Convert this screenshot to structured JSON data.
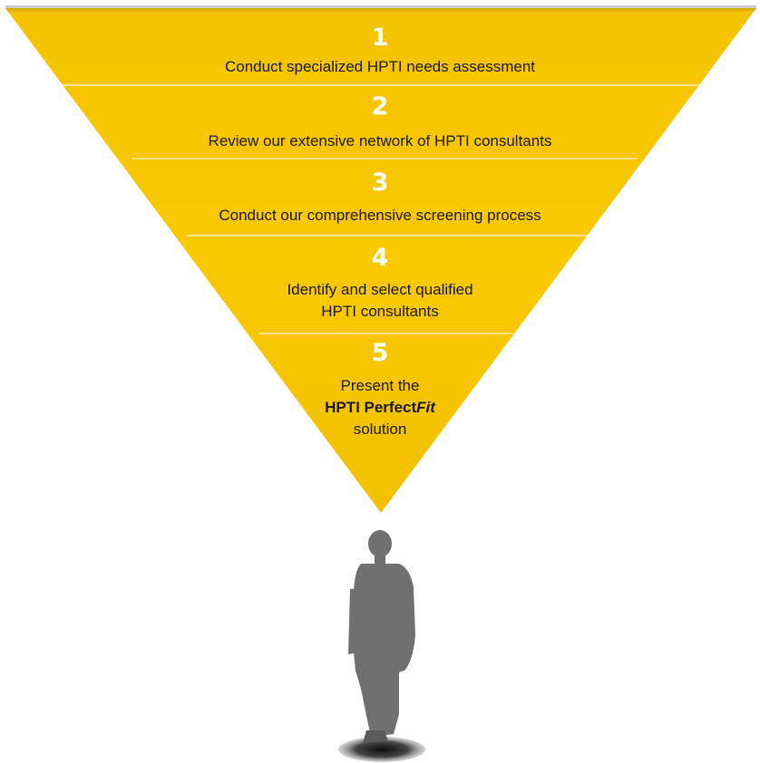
{
  "funnel": {
    "colors": {
      "fill": "#f9c800",
      "fill_dark": "#e6b200",
      "divider": "#fff6d6",
      "number": "#ffffff",
      "text": "#1a1a1a",
      "figure": "#707070"
    },
    "steps": [
      {
        "number": "1",
        "text": "Conduct specialized HPTI needs assessment"
      },
      {
        "number": "2",
        "text": "Review our extensive network of HPTI consultants"
      },
      {
        "number": "3",
        "text": "Conduct our comprehensive screening process"
      },
      {
        "number": "4",
        "lines": [
          "Identify and select qualified",
          "HPTI consultants"
        ]
      },
      {
        "number": "5",
        "lines": [
          "Present the",
          "",
          "solution"
        ],
        "brand": {
          "name": "HPTI Perfect",
          "italic": "Fit"
        }
      }
    ]
  },
  "figure": {
    "icon": "person-silhouette-icon"
  }
}
